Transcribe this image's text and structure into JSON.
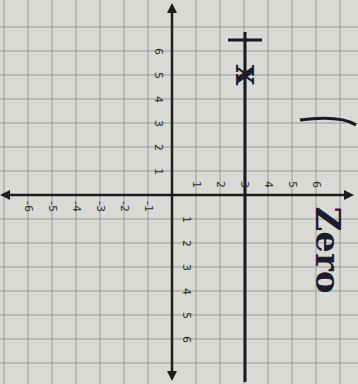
{
  "diagram": {
    "labels": [
      "-6",
      "-5",
      "-4",
      "-3",
      "-2",
      "-1",
      "1",
      "2",
      "3",
      "4",
      "5",
      "6",
      "6",
      "5",
      "4",
      "3",
      "2",
      "1",
      "1",
      "2",
      "3",
      "4",
      "5",
      "6",
      "x",
      "Zero"
    ]
  }
}
